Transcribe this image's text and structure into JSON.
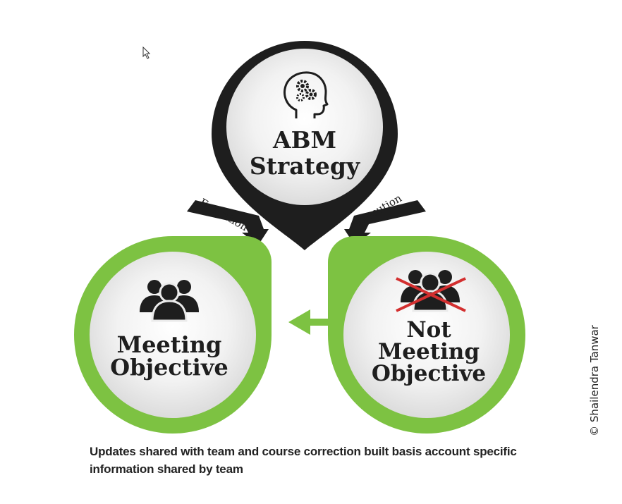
{
  "strategy": {
    "line1": "ABM",
    "line2": "Strategy"
  },
  "arrows": {
    "left_label": "Execution",
    "right_label": "Execution"
  },
  "meeting": {
    "line1": "Meeting",
    "line2": "Objective"
  },
  "not_meeting": {
    "line1": "Not",
    "line2": "Meeting",
    "line3": "Objective"
  },
  "caption": {
    "line1": "Updates shared with team and course correction built basis account specific",
    "line2": "information shared by team"
  },
  "credit": "© Shailendra Tanwar",
  "colors": {
    "dark": "#1e1e1e",
    "green": "#7dc242",
    "red": "#d32f2f",
    "circle_fill": "#ebebeb"
  },
  "icons": [
    "head-gears-icon",
    "group-people-icon",
    "group-people-crossed-icon",
    "mouse-cursor-icon"
  ]
}
